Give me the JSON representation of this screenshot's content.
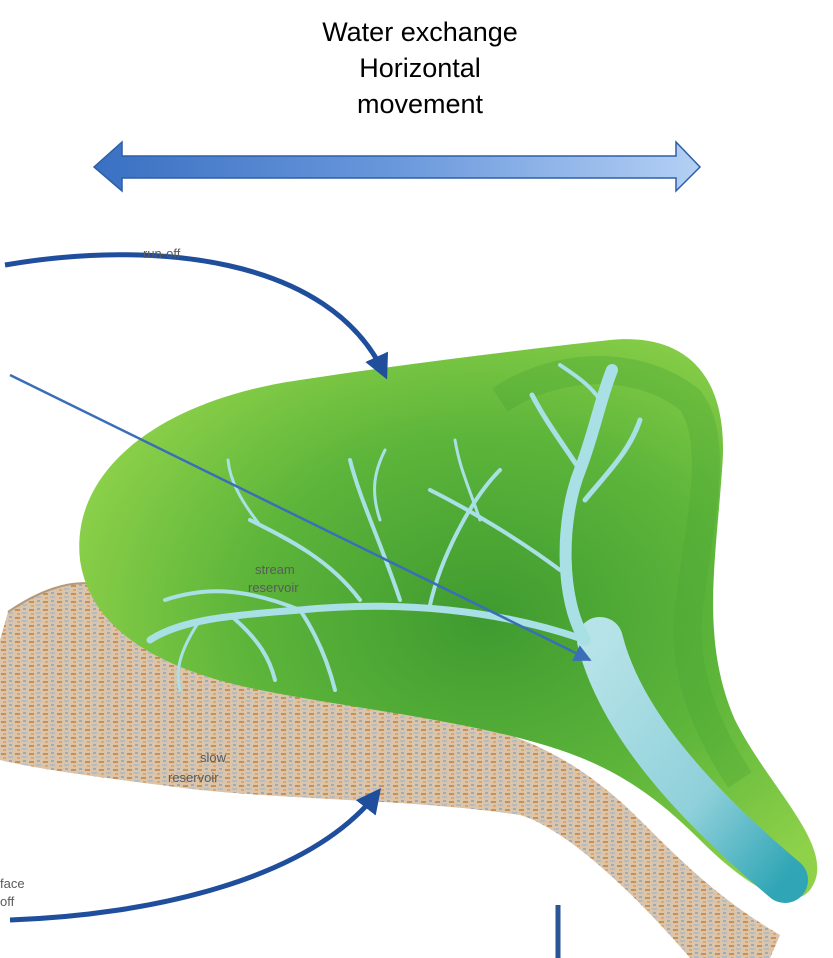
{
  "title": {
    "line1": "Water exchange",
    "line2": "Horizontal",
    "line3": "movement"
  },
  "labels": {
    "run_off": "run-off",
    "stream_reservoir_1": "stream",
    "stream_reservoir_2": "reservoir",
    "slow_reservoir_1": "slow",
    "slow_reservoir_2": "reservoir",
    "subsurface_runoff_1": "face",
    "subsurface_runoff_2": "off"
  },
  "colors": {
    "arrow_left": "#3d74c4",
    "arrow_right": "#a9c8f2",
    "curve_arrow": "#1f4e9c",
    "pointer_line": "#3a6fb8",
    "green_light": "#8fd24a",
    "green_dark": "#3e9c2e",
    "stream_water": "#9fd6e0",
    "soil": "#c9a67e"
  }
}
